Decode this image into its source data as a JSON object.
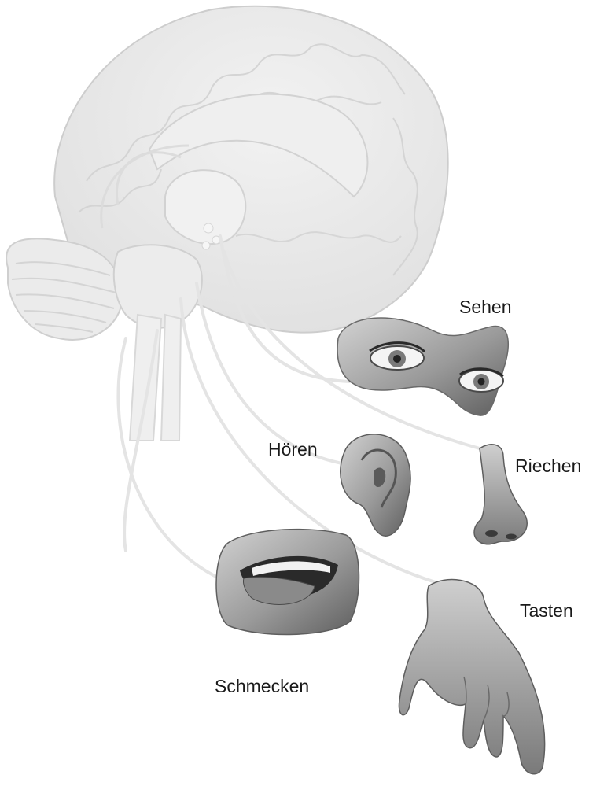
{
  "labels": {
    "sehen": "Sehen",
    "hoeren": "Hören",
    "riechen": "Riechen",
    "tasten": "Tasten",
    "schmecken": "Schmecken"
  },
  "colors": {
    "brain_fill": "#e9e9e9",
    "brain_outline": "#cfcfcf",
    "brain_detail": "#d6d6d6",
    "nerve": "#e6e6e6",
    "organ_skin_light": "#b8b8b8",
    "organ_skin_dark": "#6e6e6e",
    "label_text": "#1a1a1a"
  },
  "icons": [
    "brain-illustration",
    "eyes-icon",
    "ear-icon",
    "nose-icon",
    "mouth-icon",
    "hand-icon"
  ]
}
